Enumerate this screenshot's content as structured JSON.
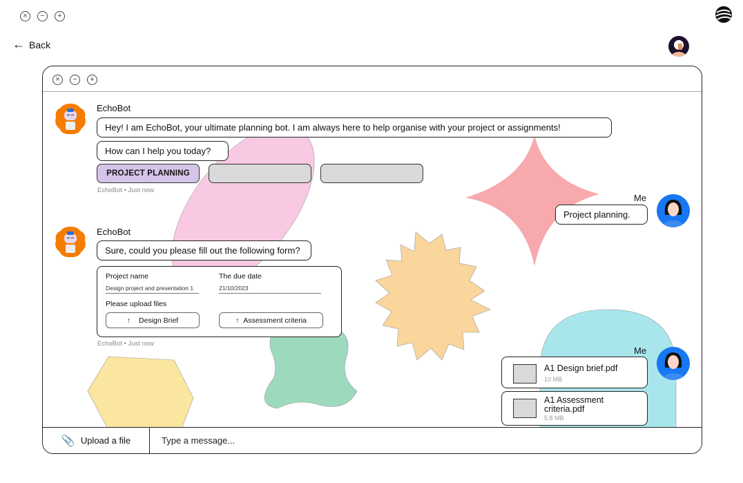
{
  "window_controls": {
    "close": "×",
    "minimize": "−",
    "maximize": "+"
  },
  "nav": {
    "back_label": "Back"
  },
  "chat": {
    "bot_name": "EchoBot",
    "user_name": "Me",
    "messages": {
      "greeting": "Hey! I am EchoBot, your ultimate planning bot. I am always here to help organise with your project or assignments!",
      "ask": "How can I help you today?",
      "options": [
        "PROJECT PLANNING",
        "",
        ""
      ],
      "meta1": "EchoBot • Just now",
      "user_reply": "Project planning.",
      "form_prompt": "Sure, could you please fill out the following form?",
      "meta2": "EchoBot • Just now"
    },
    "form": {
      "project_name_label": "Project name",
      "project_name_value": "Design project and presentation 1",
      "due_date_label": "The due date",
      "due_date_value": "21/10/2023",
      "upload_label": "Please upload files",
      "upload_buttons": [
        "Design Brief",
        "Assessment criteria"
      ]
    },
    "files": [
      {
        "name": "A1 Design brief.pdf",
        "size": "10 MB"
      },
      {
        "name": "A1 Assessment criteria.pdf",
        "size": "5.8 MB"
      }
    ]
  },
  "composer": {
    "upload_label": "Upload a file",
    "placeholder": "Type a message..."
  },
  "colors": {
    "option_selected": "#d5c3e8",
    "option_default": "#d9d9d9",
    "accent_blue": "#1877f2",
    "bot_orange": "#f57c00"
  }
}
